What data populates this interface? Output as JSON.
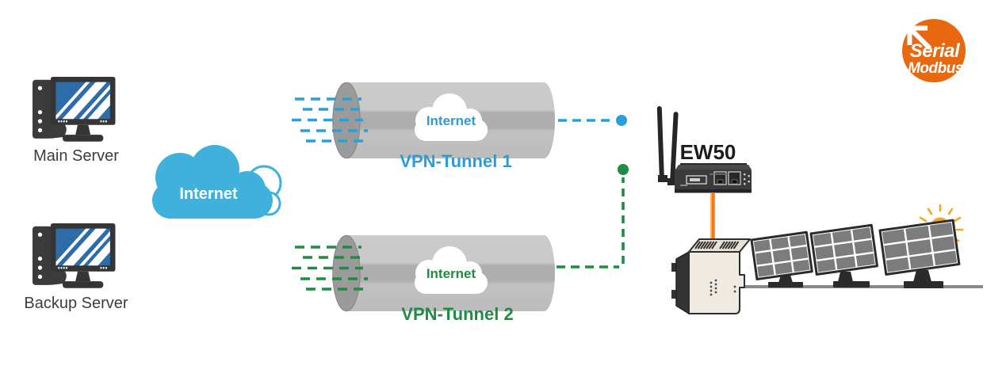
{
  "nodes": {
    "main_server": {
      "label": "Main Server"
    },
    "backup_server": {
      "label": "Backup Server"
    },
    "internet": {
      "label": "Internet"
    },
    "vpn_tunnel_1": {
      "label": "VPN-Tunnel 1",
      "cloud_label": "Internet"
    },
    "vpn_tunnel_2": {
      "label": "VPN-Tunnel 2",
      "cloud_label": "Internet"
    },
    "gateway": {
      "label": "EW50"
    },
    "badge": {
      "line1": "Serial",
      "line2": "Modbus"
    }
  },
  "colors": {
    "tunnel1_blue": "#2B9CD8",
    "tunnel2_green": "#1F8B43",
    "cloud_blue": "#3FB1DC",
    "tunnel_gray": "#C6C6C6",
    "tunnel_cap_gray": "#9B9B9B",
    "cable_orange": "#F07A22",
    "badge_orange": "#E8680F",
    "sun_yellow": "#F6A71B",
    "server_dark": "#3B3B3B",
    "screen_blue": "#2E6CA9",
    "bus_gray": "#8A8A8A"
  }
}
